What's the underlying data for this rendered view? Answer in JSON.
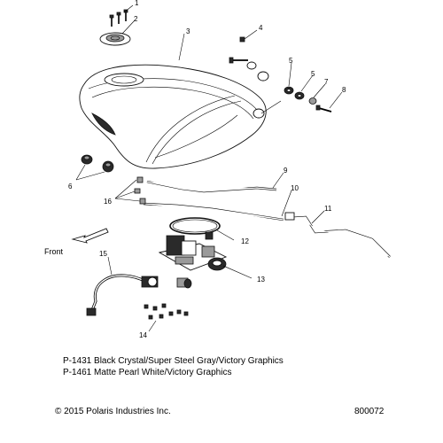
{
  "callouts": {
    "c1": "1",
    "c2": "2",
    "c3": "3",
    "c4": "4",
    "c5a": "5",
    "c5b": "5",
    "c6": "6",
    "c7": "7",
    "c8": "8",
    "c9": "9",
    "c10": "10",
    "c11": "11",
    "c12": "12",
    "c13": "13",
    "c14": "14",
    "c15": "15",
    "c16": "16"
  },
  "direction_label": "Front",
  "captions": [
    "P-1431 Black Crystal/Super Steel Gray/Victory Graphics",
    "P-1461 Matte Pearl White/Victory Graphics"
  ],
  "copyright": "© 2015 Polaris Industries Inc.",
  "document_number": "800072"
}
